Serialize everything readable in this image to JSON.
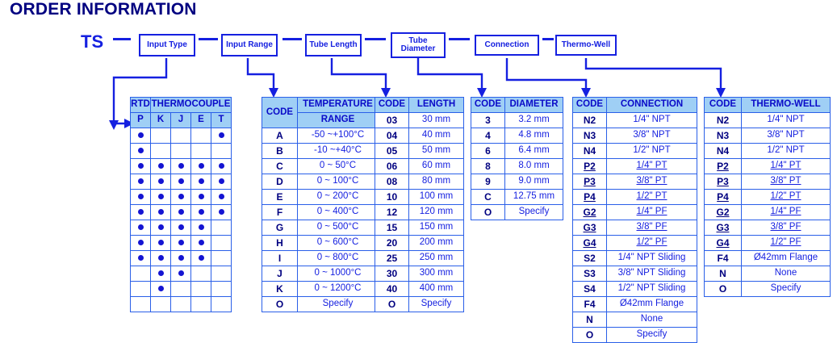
{
  "title": "ORDER INFORMATION",
  "code_line": {
    "prefix": "TS",
    "separator": "—",
    "boxes": [
      {
        "label": "Input Type"
      },
      {
        "label": "Input Range"
      },
      {
        "label": "Tube Length"
      },
      {
        "label": "Tube Diameter"
      },
      {
        "label": "Connection"
      },
      {
        "label": "Thermo-Well"
      }
    ]
  },
  "colors": {
    "title": "#000080",
    "accent": "#1520E0",
    "header_bg": "#9FCFF5",
    "border": "#2A5FE8",
    "dot": "#1414D2"
  },
  "tables": {
    "input_type": {
      "group_headers": [
        {
          "label": "RTD",
          "span": 1
        },
        {
          "label": "THERMOCOUPLE",
          "span": 4
        }
      ],
      "columns": [
        "P",
        "K",
        "J",
        "E",
        "T"
      ],
      "rows": [
        {
          "code": "A",
          "dots": [
            true,
            false,
            false,
            false,
            true
          ]
        },
        {
          "code": "B",
          "dots": [
            true,
            false,
            false,
            false,
            false
          ]
        },
        {
          "code": "C",
          "dots": [
            true,
            true,
            true,
            true,
            true
          ]
        },
        {
          "code": "D",
          "dots": [
            true,
            true,
            true,
            true,
            true
          ]
        },
        {
          "code": "E",
          "dots": [
            true,
            true,
            true,
            true,
            true
          ]
        },
        {
          "code": "F",
          "dots": [
            true,
            true,
            true,
            true,
            true
          ]
        },
        {
          "code": "G",
          "dots": [
            true,
            true,
            true,
            true,
            false
          ]
        },
        {
          "code": "H",
          "dots": [
            true,
            true,
            true,
            true,
            false
          ]
        },
        {
          "code": "I",
          "dots": [
            true,
            true,
            true,
            true,
            false
          ]
        },
        {
          "code": "J",
          "dots": [
            false,
            true,
            true,
            false,
            false
          ]
        },
        {
          "code": "K",
          "dots": [
            false,
            true,
            false,
            false,
            false
          ]
        },
        {
          "code": "O",
          "dots": [
            false,
            false,
            false,
            false,
            false
          ]
        }
      ]
    },
    "temperature": {
      "code_header": "CODE",
      "value_header_line1": "TEMPERATURE",
      "value_header_line2": "RANGE",
      "rows": [
        {
          "code": "A",
          "value": "-50 ~+100°C"
        },
        {
          "code": "B",
          "value": "-10 ~+40°C"
        },
        {
          "code": "C",
          "value": "0 ~ 50°C"
        },
        {
          "code": "D",
          "value": "0 ~ 100°C"
        },
        {
          "code": "E",
          "value": "0 ~ 200°C"
        },
        {
          "code": "F",
          "value": "0 ~ 400°C"
        },
        {
          "code": "G",
          "value": "0 ~ 500°C"
        },
        {
          "code": "H",
          "value": "0 ~ 600°C"
        },
        {
          "code": "I",
          "value": "0 ~ 800°C"
        },
        {
          "code": "J",
          "value": "0 ~ 1000°C"
        },
        {
          "code": "K",
          "value": "0 ~ 1200°C"
        },
        {
          "code": "O",
          "value": "Specify"
        }
      ]
    },
    "length": {
      "code_header": "CODE",
      "value_header": "LENGTH",
      "rows": [
        {
          "code": "03",
          "value": "30 mm"
        },
        {
          "code": "04",
          "value": "40 mm"
        },
        {
          "code": "05",
          "value": "50 mm"
        },
        {
          "code": "06",
          "value": "60 mm"
        },
        {
          "code": "08",
          "value": "80 mm"
        },
        {
          "code": "10",
          "value": "100 mm"
        },
        {
          "code": "12",
          "value": "120 mm"
        },
        {
          "code": "15",
          "value": "150 mm"
        },
        {
          "code": "20",
          "value": "200 mm"
        },
        {
          "code": "25",
          "value": "250 mm"
        },
        {
          "code": "30",
          "value": "300 mm"
        },
        {
          "code": "40",
          "value": "400 mm"
        },
        {
          "code": "O",
          "value": "Specify"
        }
      ]
    },
    "diameter": {
      "code_header": "CODE",
      "value_header": "DIAMETER",
      "rows": [
        {
          "code": "3",
          "value": "3.2 mm"
        },
        {
          "code": "4",
          "value": "4.8 mm"
        },
        {
          "code": "6",
          "value": "6.4 mm"
        },
        {
          "code": "8",
          "value": "8.0 mm"
        },
        {
          "code": "9",
          "value": "9.0 mm"
        },
        {
          "code": "C",
          "value": "12.75 mm"
        },
        {
          "code": "O",
          "value": "Specify"
        }
      ]
    },
    "connection": {
      "code_header": "CODE",
      "value_header": "CONNECTION",
      "rows": [
        {
          "code": "N2",
          "value": "1/4\" NPT",
          "underline": false
        },
        {
          "code": "N3",
          "value": "3/8\" NPT",
          "underline": false
        },
        {
          "code": "N4",
          "value": "1/2\" NPT",
          "underline": false
        },
        {
          "code": "P2",
          "value": "1/4\" PT",
          "underline": true
        },
        {
          "code": "P3",
          "value": "3/8\" PT",
          "underline": true
        },
        {
          "code": "P4",
          "value": "1/2\" PT",
          "underline": true
        },
        {
          "code": "G2",
          "value": "1/4\" PF",
          "underline": true
        },
        {
          "code": "G3",
          "value": "3/8\" PF",
          "underline": true
        },
        {
          "code": "G4",
          "value": "1/2\" PF",
          "underline": true
        },
        {
          "code": "S2",
          "value": "1/4\" NPT Sliding",
          "underline": false
        },
        {
          "code": "S3",
          "value": "3/8\" NPT Sliding",
          "underline": false
        },
        {
          "code": "S4",
          "value": "1/2\" NPT Sliding",
          "underline": false
        },
        {
          "code": "F4",
          "value": "Ø42mm Flange",
          "underline": false
        },
        {
          "code": "N",
          "value": "None",
          "underline": false
        },
        {
          "code": "O",
          "value": "Specify",
          "underline": false
        }
      ]
    },
    "thermo_well": {
      "code_header": "CODE",
      "value_header": "THERMO-WELL",
      "rows": [
        {
          "code": "N2",
          "value": "1/4\" NPT",
          "underline": false
        },
        {
          "code": "N3",
          "value": "3/8\" NPT",
          "underline": false
        },
        {
          "code": "N4",
          "value": "1/2\" NPT",
          "underline": false
        },
        {
          "code": "P2",
          "value": "1/4\" PT",
          "underline": true
        },
        {
          "code": "P3",
          "value": "3/8\" PT",
          "underline": true
        },
        {
          "code": "P4",
          "value": "1/2\" PT",
          "underline": true
        },
        {
          "code": "G2",
          "value": "1/4\" PF",
          "underline": true
        },
        {
          "code": "G3",
          "value": "3/8\" PF",
          "underline": true
        },
        {
          "code": "G4",
          "value": "1/2\" PF",
          "underline": true
        },
        {
          "code": "F4",
          "value": "Ø42mm Flange",
          "underline": false
        },
        {
          "code": "N",
          "value": "None",
          "underline": false
        },
        {
          "code": "O",
          "value": "Specify",
          "underline": false
        }
      ]
    }
  }
}
